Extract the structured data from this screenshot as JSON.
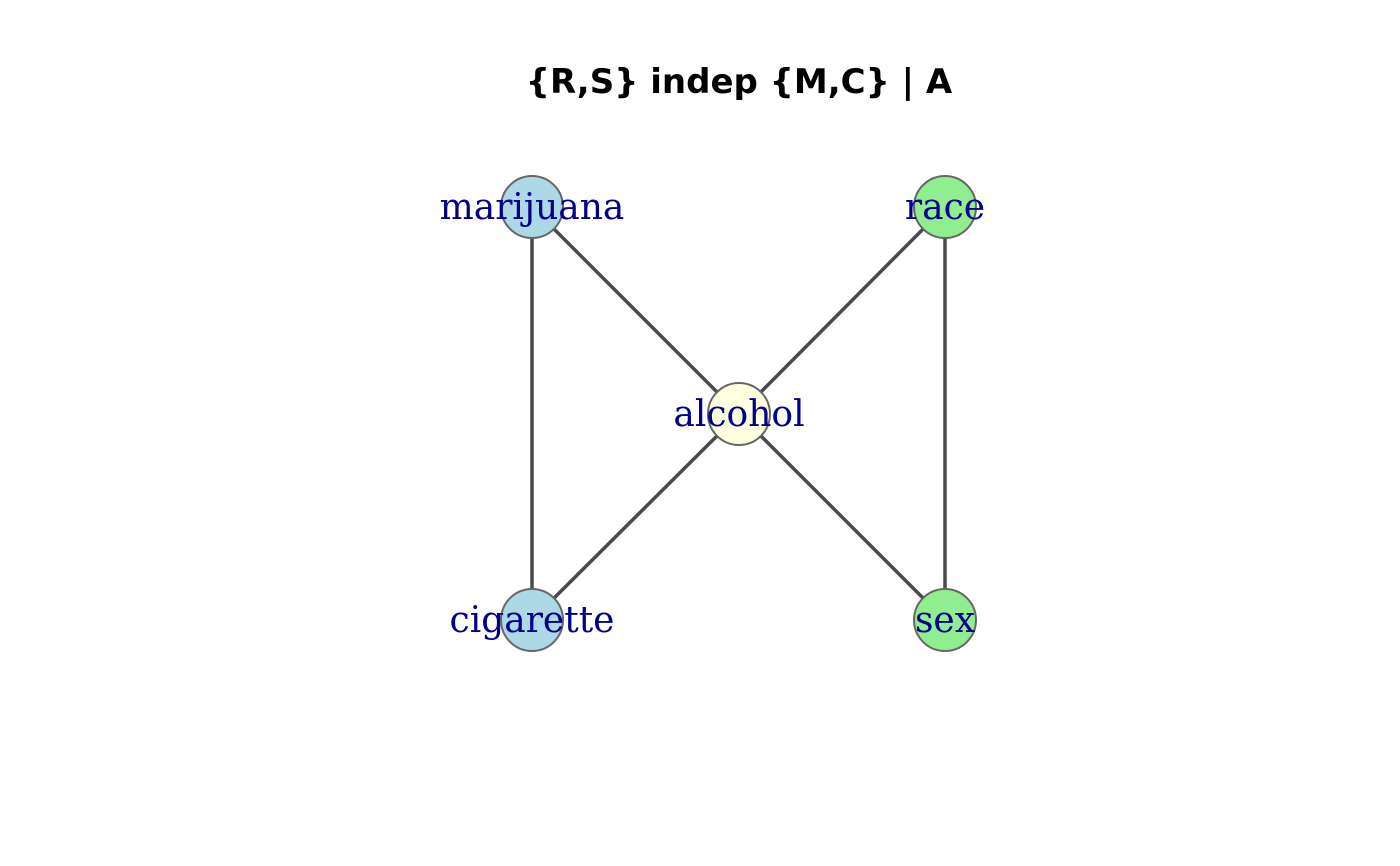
{
  "title": "{R,S} indep {M,C} | A",
  "colors": {
    "edge": "#4a4a4a",
    "node_border": "#666666",
    "label": "#00008B"
  },
  "nodes": [
    {
      "id": "marijuana",
      "label": "marijuana",
      "color": "#ADD8E6"
    },
    {
      "id": "race",
      "label": "race",
      "color": "#90EE90"
    },
    {
      "id": "alcohol",
      "label": "alcohol",
      "color": "#FFFFE0"
    },
    {
      "id": "cigarette",
      "label": "cigarette",
      "color": "#ADD8E6"
    },
    {
      "id": "sex",
      "label": "sex",
      "color": "#90EE90"
    }
  ],
  "edges": [
    [
      "marijuana",
      "cigarette"
    ],
    [
      "marijuana",
      "alcohol"
    ],
    [
      "race",
      "alcohol"
    ],
    [
      "race",
      "sex"
    ],
    [
      "alcohol",
      "cigarette"
    ],
    [
      "alcohol",
      "sex"
    ]
  ]
}
